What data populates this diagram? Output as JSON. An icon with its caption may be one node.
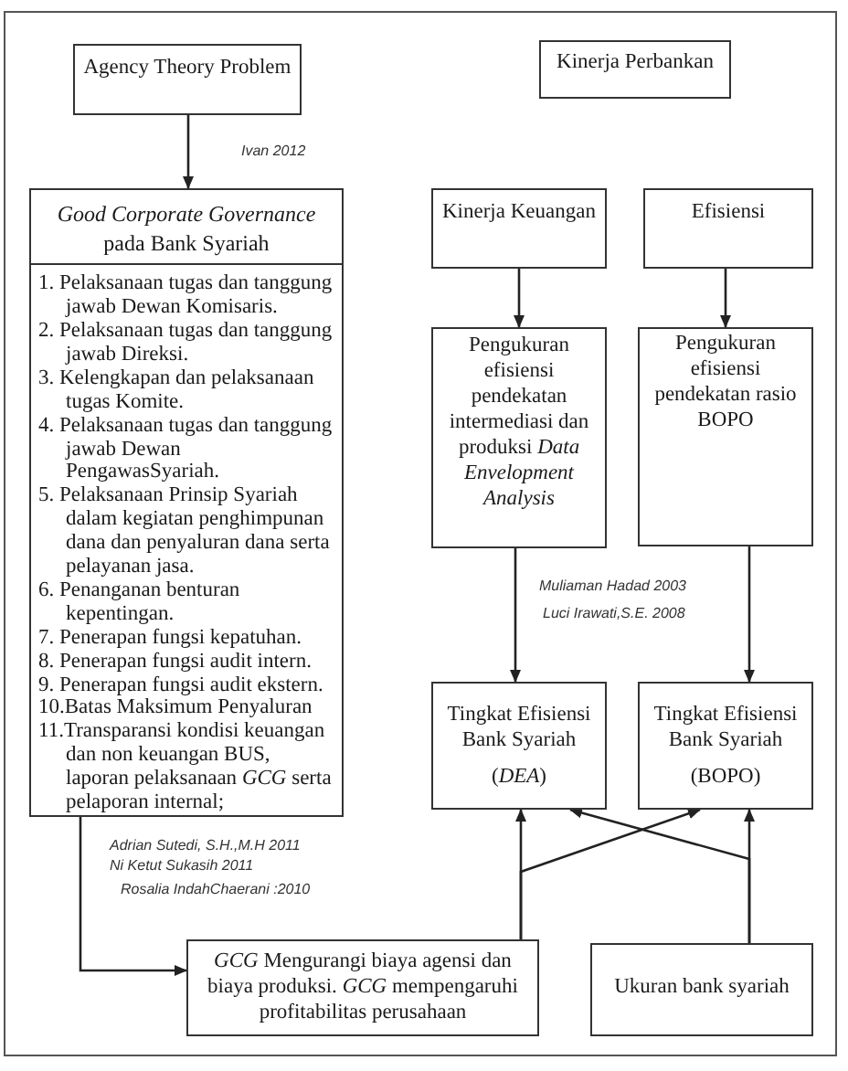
{
  "diagram": {
    "nodes": [
      {
        "text": [
          "Agency Theory Problem"
        ]
      },
      {
        "text": [
          "Kinerja Perbankan"
        ]
      },
      {
        "text": [
          "*Good Corporate Governance* pada Bank Syariah",
          "1. Pelaksanaan tugas dan tanggung jawab Dewan Komisaris.",
          "2. Pelaksanaan tugas dan tanggung jawab Direksi.",
          "3. Kelengkapan dan pelaksanaan tugas Komite.",
          "4. Pelaksanaan tugas dan tanggung jawab Dewan PengawasSyariah.",
          "5. Pelaksanaan Prinsip Syariah dalam kegiatan penghimpunan dana dan penyaluran dana serta pelayanan jasa.",
          "6. Penanganan benturan kepentingan.",
          "7. Penerapan fungsi kepatuhan.",
          "8. Penerapan fungsi audit intern.",
          "9. Penerapan fungsi audit ekstern.",
          "10.Batas Maksimum Penyaluran",
          "11.Transparansi kondisi keuangan dan non keuangan BUS, laporan pelaksanaan *GCG* serta pelaporan internal;"
        ]
      },
      {
        "text": [
          "Kinerja Keuangan"
        ]
      },
      {
        "text": [
          "Efisiensi"
        ]
      },
      {
        "text": [
          "Pengukuran efisiensi pendekatan intermediasi dan produksi *Data Envelopment Analysis*"
        ]
      },
      {
        "text": [
          "Pengukuran efisiensi pendekatan rasio BOPO"
        ]
      },
      {
        "text": [
          "Tingkat Efisiensi Bank Syariah",
          "(*DEA*)"
        ]
      },
      {
        "text": [
          "Tingkat Efisiensi Bank Syariah",
          "(BOPO)"
        ]
      },
      {
        "text": [
          "*GCG* Mengurangi biaya agensi dan biaya produksi. *GCG* mempengaruhi profitabilitas perusahaan"
        ]
      },
      {
        "text": [
          "Ukuran bank syariah"
        ]
      }
    ],
    "edges": [
      {
        "from": 0,
        "to": 2,
        "arrow": "to"
      },
      {
        "from": 3,
        "to": 5,
        "arrow": "to"
      },
      {
        "from": 4,
        "to": 6,
        "arrow": "to"
      },
      {
        "from": 5,
        "to": 7,
        "arrow": "to"
      },
      {
        "from": 6,
        "to": 8,
        "arrow": "to"
      },
      {
        "from": 2,
        "to": 9,
        "arrow": "to"
      },
      {
        "from": 9,
        "to": 7,
        "arrow": "to"
      },
      {
        "from": 9,
        "to": 8,
        "arrow": "to"
      },
      {
        "from": 10,
        "to": 8,
        "arrow": "to"
      },
      {
        "from": 10,
        "to": 7,
        "arrow": "to"
      }
    ],
    "labels": [
      "Ivan 2012",
      "Muliaman Hadad 2003",
      "Luci Irawati,S.E. 2008",
      "Adrian Sutedi, S.H.,M.H 2011",
      "Ni Ketut Sukasih 2011",
      "Rosalia IndahChaerani :2010"
    ]
  }
}
